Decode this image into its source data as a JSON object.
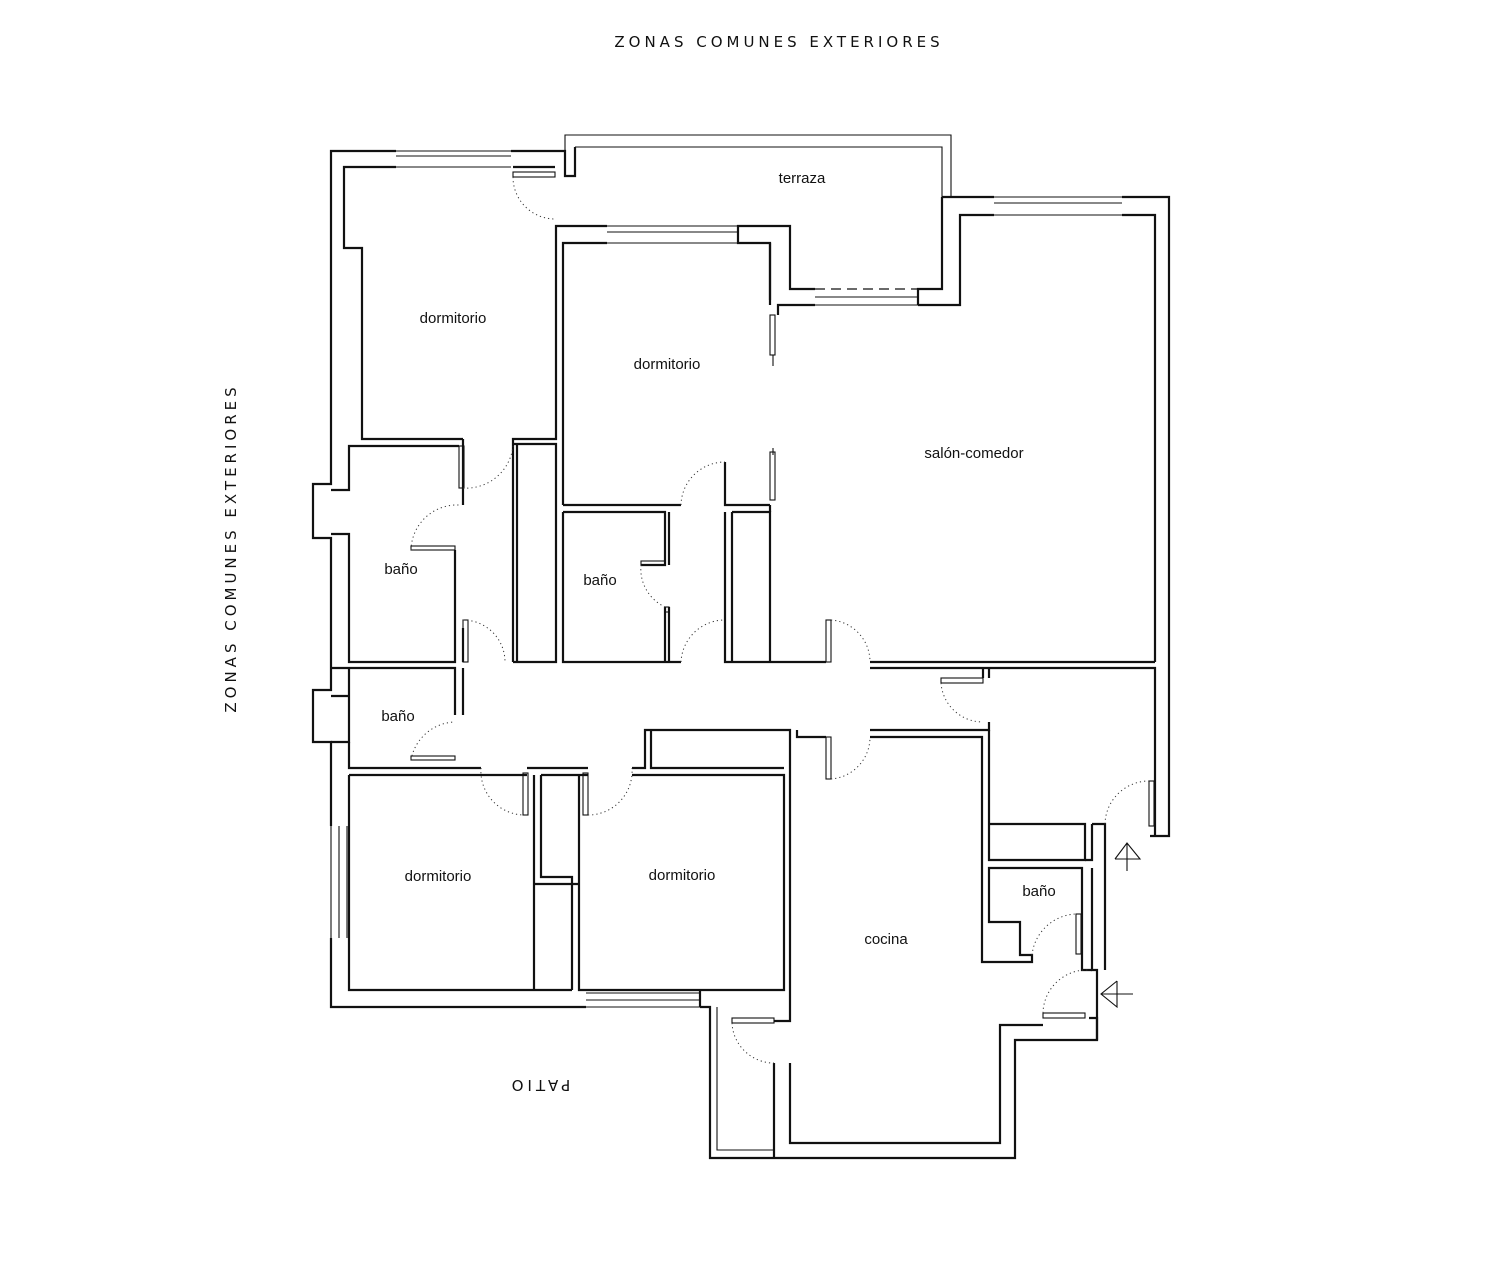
{
  "outer_labels": {
    "top": "ZONAS COMUNES EXTERIORES",
    "left": "ZONAS COMUNES EXTERIORES",
    "bottom": "PATIO"
  },
  "rooms": {
    "terraza": "terraza",
    "dormitorio_1": "dormitorio",
    "dormitorio_2": "dormitorio",
    "salon": "salón-comedor",
    "bano_1": "baño",
    "bano_2": "baño",
    "bano_3": "baño",
    "dormitorio_3": "dormitorio",
    "dormitorio_4": "dormitorio",
    "cocina": "cocina",
    "bano_4": "baño"
  }
}
